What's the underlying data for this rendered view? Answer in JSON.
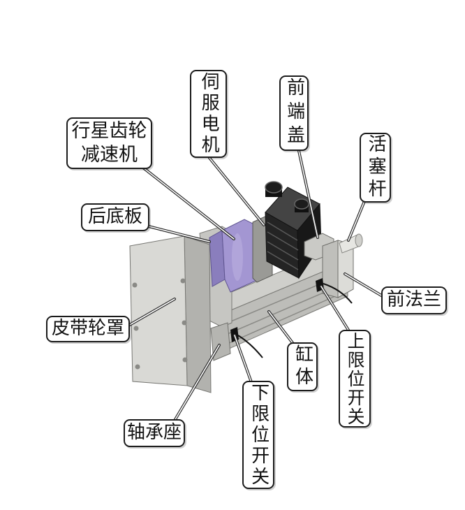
{
  "labels": {
    "planetary_reducer": {
      "line1": "行星齿轮",
      "line2": "减速机"
    },
    "servo_motor": "伺服电机",
    "front_end_cover": "前端盖",
    "piston_rod": "活塞杆",
    "rear_base_plate": "后底板",
    "front_flange": "前法兰",
    "belt_pulley_cover": "皮带轮罩",
    "cylinder_body": "缸体",
    "upper_limit_switch": "上限位开关",
    "lower_limit_switch": "下限位开关",
    "bearing_seat": "轴承座"
  },
  "colors": {
    "gearbox": "#a396d2",
    "gearbox_shade": "#8a7ebd",
    "motor": "#242424",
    "housing": "#d9d9d5"
  }
}
